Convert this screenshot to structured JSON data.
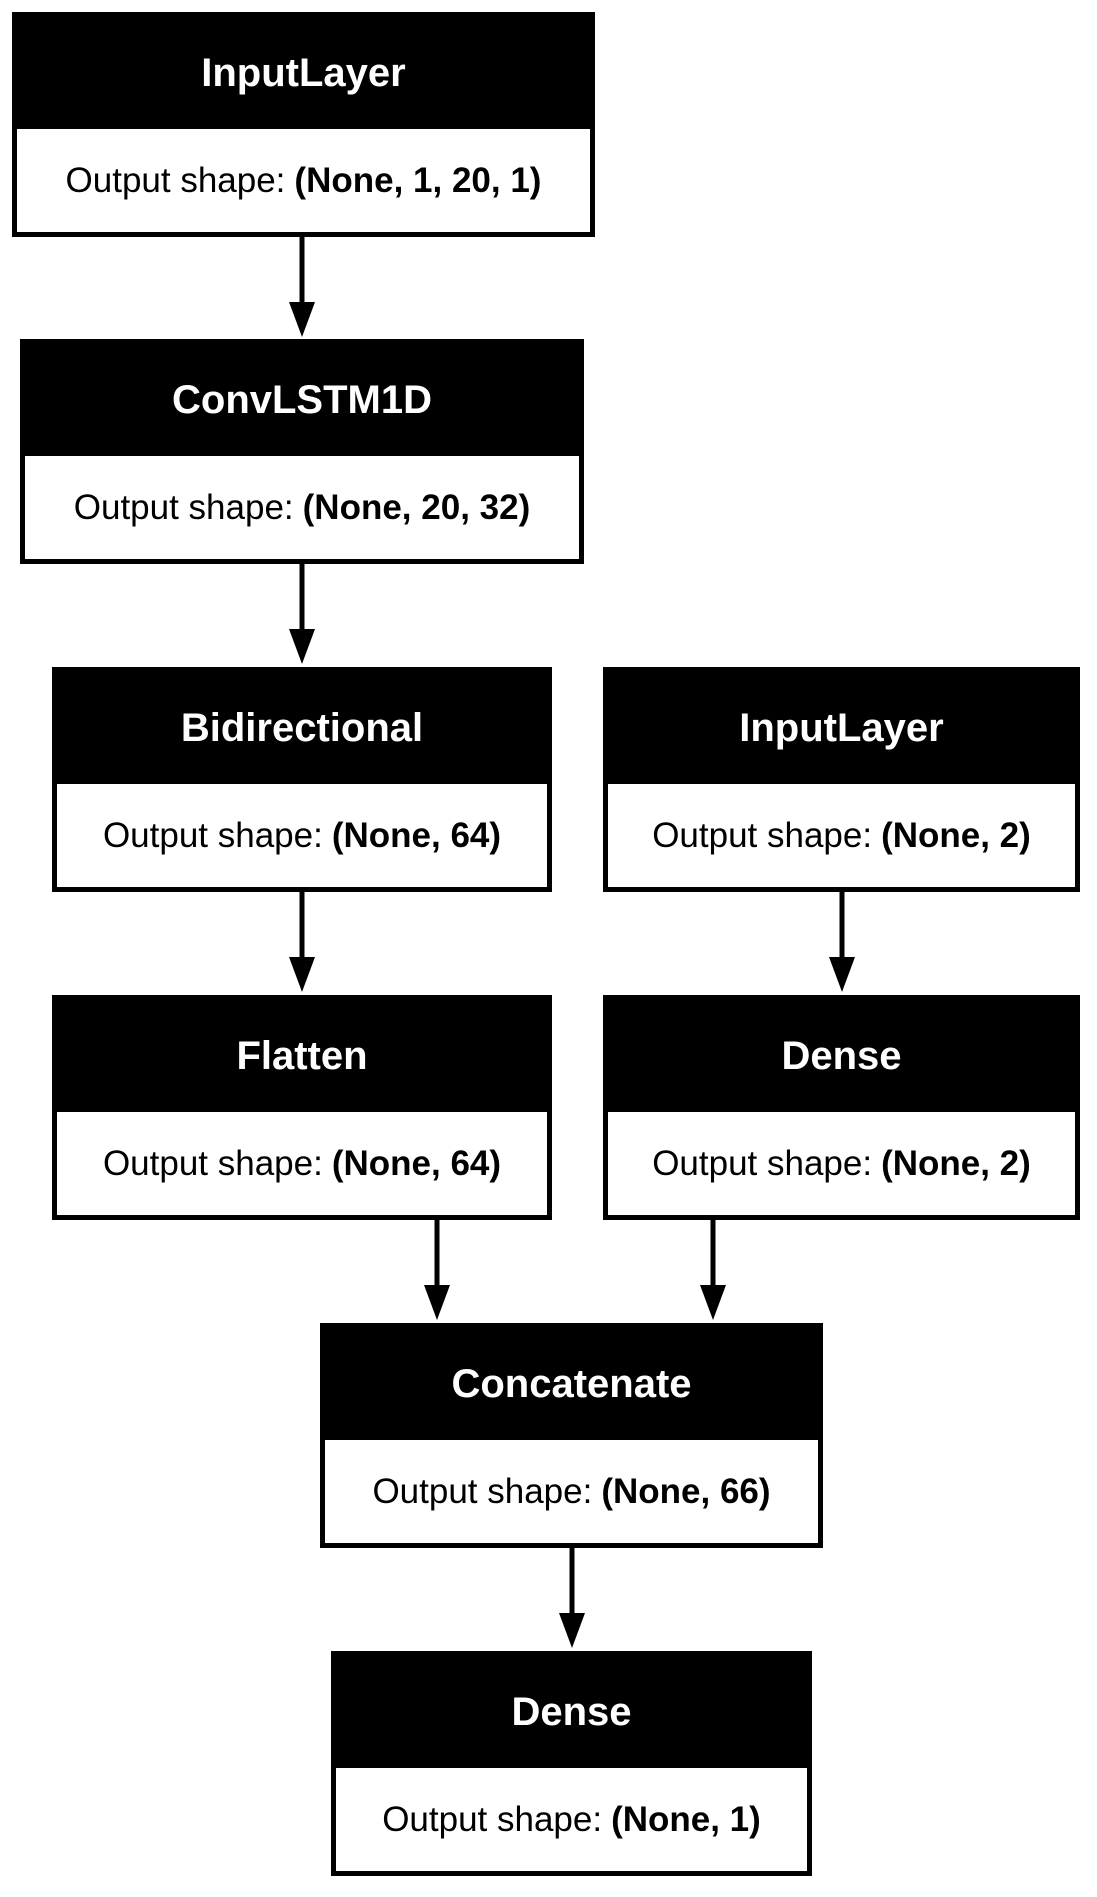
{
  "layers": [
    {
      "id": "input1",
      "name": "InputLayer",
      "shape": "(None, 1, 20, 1)"
    },
    {
      "id": "convlstm",
      "name": "ConvLSTM1D",
      "shape": "(None, 20, 32)"
    },
    {
      "id": "bidir",
      "name": "Bidirectional",
      "shape": "(None, 64)"
    },
    {
      "id": "input2",
      "name": "InputLayer",
      "shape": "(None, 2)"
    },
    {
      "id": "flatten",
      "name": "Flatten",
      "shape": "(None, 64)"
    },
    {
      "id": "dense1",
      "name": "Dense",
      "shape": "(None, 2)"
    },
    {
      "id": "concat",
      "name": "Concatenate",
      "shape": "(None, 66)"
    },
    {
      "id": "dense2",
      "name": "Dense",
      "shape": "(None, 1)"
    }
  ],
  "shape_label": "Output shape:",
  "edges": [
    {
      "from": "input1",
      "to": "convlstm"
    },
    {
      "from": "convlstm",
      "to": "bidir"
    },
    {
      "from": "bidir",
      "to": "flatten"
    },
    {
      "from": "input2",
      "to": "dense1"
    },
    {
      "from": "flatten",
      "to": "concat"
    },
    {
      "from": "dense1",
      "to": "concat"
    },
    {
      "from": "concat",
      "to": "dense2"
    }
  ]
}
